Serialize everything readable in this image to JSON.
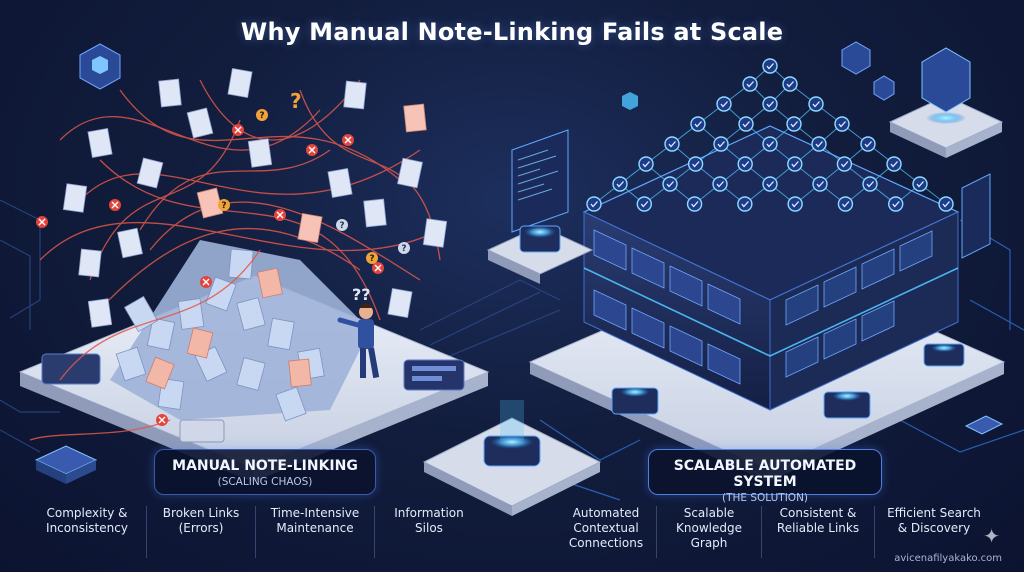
{
  "title": "Why Manual Note-Linking Fails at Scale",
  "left_panel": {
    "label": "MANUAL NOTE-LINKING",
    "sublabel": "(SCALING CHAOS)",
    "benefits": [
      "Complexity &\nInconsistency",
      "Broken Links\n(Errors)",
      "Time-Intensive\nMaintenance",
      "Information\nSilos"
    ],
    "floating_marks": [
      "?",
      "??"
    ]
  },
  "right_panel": {
    "label": "SCALABLE AUTOMATED SYSTEM",
    "sublabel": "(THE SOLUTION)",
    "benefits": [
      "Automated\nContextual\nConnections",
      "Scalable\nKnowledge\nGraph",
      "Consistent &\nReliable Links",
      "Efficient Search\n& Discovery"
    ]
  },
  "watermark": "avicenafilyakako.com",
  "colors": {
    "background": "#121d3d",
    "chaos_lines": "#e0574a",
    "node_glow": "#4fc3ff",
    "platform": "#d9dfee",
    "error_red": "#e2453b",
    "question_orange": "#f0a33a"
  },
  "icons": [
    "document-icon",
    "error-x-icon",
    "question-icon",
    "check-node-icon",
    "glowing-cube-icon",
    "sparkle-icon"
  ]
}
